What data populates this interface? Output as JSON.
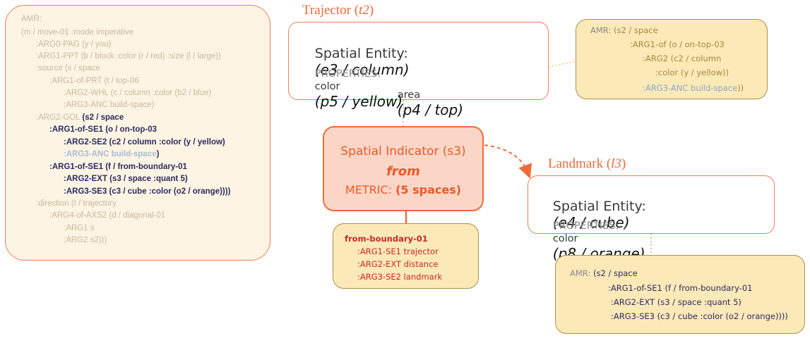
{
  "amr_left": {
    "lines": [
      {
        "text": "AMR:",
        "style": "normal"
      },
      {
        "text": "(m / move-01 :mode imperative",
        "style": "normal"
      },
      {
        "text": ":ARG0-PAG (y / you)",
        "style": "normal"
      },
      {
        "text": ":ARG1-PPT (b / block :color (r / red) :size (l / large))",
        "style": "normal"
      },
      {
        "text": ":source (s / space",
        "style": "normal"
      },
      {
        "text": ":ARG1-of-PRT (t / top-06",
        "style": "normal"
      },
      {
        "text": ":ARG2-WHL (c / column :color (b2 / blue)",
        "style": "normal"
      },
      {
        "text": ":ARG3-ANC build-space)",
        "style": "normal"
      },
      {
        "text": ":ARG2-GOL ",
        "style": "mixed",
        "dark_suffix": "(s2 / space"
      },
      {
        "text": ":ARG1-of-SE1 (o / on-top-03",
        "style": "dark"
      },
      {
        "text": ":ARG2-SE2 (c2 / column :color (y / yellow)",
        "style": "dark"
      },
      {
        "text": ":ARG3-ANC build-space",
        "style": "lightblue",
        "dark_suffix": ")"
      },
      {
        "text": ":ARG1-of-SE1 (f / from-boundary-01",
        "style": "dark"
      },
      {
        "text": ":ARG2-EXT (s3 / space :quant 5)",
        "style": "dark"
      },
      {
        "text": ":ARG3-SE3 (c3 / cube :color (o2 / orange))))",
        "style": "dark"
      },
      {
        "text": ":direction (t / trajectory",
        "style": "normal"
      },
      {
        "text": ":ARG4-of-AXS2 (d / diagonal-01",
        "style": "normal"
      },
      {
        "text": ":ARG1 s",
        "style": "normal"
      },
      {
        "text": ":ARG2 s2)))",
        "style": "normal"
      }
    ]
  },
  "trajector": {
    "heading": "Trajector (",
    "heading_var": "t2",
    "heading_close": ")",
    "entity_label": "Spatial Entity:",
    "entity_value": "(e3 / column)",
    "properties_label": "PROPERTIES:",
    "prop1_key": "color",
    "prop1_value": "(p5 / yellow)",
    "prop2_key": "area",
    "prop2_value": "(p4 / top)"
  },
  "trajector_amr": {
    "lines": [
      {
        "prefix": "AMR:",
        "text": " (s2 / space",
        "style": "tan"
      },
      {
        "text": ":ARG1-of (o / on-top-03",
        "style": "tan"
      },
      {
        "text": ":ARG2 (c2 / column",
        "style": "tan"
      },
      {
        "text": ":color (y / yellow))",
        "style": "tan"
      },
      {
        "text": ":ARG3-ANC build-space",
        "style": "blue",
        "suffix": "))"
      }
    ]
  },
  "indicator": {
    "title": "Spatial Indicator (s3)",
    "relation": "from",
    "metric_label": "METRIC:",
    "metric_value": "(5 spaces)"
  },
  "indicator_amr": {
    "lines": [
      {
        "text": "from-boundary-01",
        "style": "bold"
      },
      {
        "text": ":ARG1-SE1 trajector",
        "style": "normal"
      },
      {
        "text": ":ARG2-EXT distance",
        "style": "normal"
      },
      {
        "text": ":ARG3-SE2 landmark",
        "style": "normal"
      }
    ]
  },
  "landmark": {
    "heading": "Landmark (",
    "heading_var": "l3",
    "heading_close": ")",
    "entity_label": "Spatial Entity:",
    "entity_value": "(e4 / cube)",
    "properties_label": "PROPERTIES:",
    "prop1_key": "color",
    "prop1_value": "(p8 / orange)"
  },
  "landmark_amr": {
    "lines": [
      {
        "prefix": "AMR:",
        "text": " (s2 / space"
      },
      {
        "text": ":ARG1-of-SE1 (f / from-boundary-01"
      },
      {
        "text": ":ARG2-EXT (s3 / space :quant 5)"
      },
      {
        "text": ":ARG3-SE3 (c3 / cube :color (o2 / orange))))"
      }
    ]
  },
  "colors": {
    "accent_orange": "#ef6b3a",
    "indicator_fill": "#fbd6c6",
    "amr_panel_fill": "#fdf4e4",
    "yellow_box_fill": "#fbe9b8",
    "dark_text": "#2f2a5e"
  }
}
